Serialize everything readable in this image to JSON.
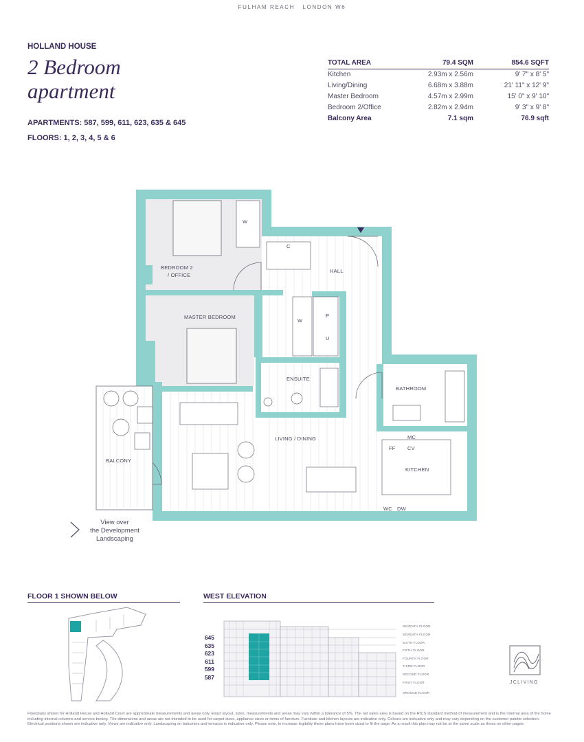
{
  "header": {
    "development": "FULHAM REACH   LONDON W6"
  },
  "building": "HOLLAND HOUSE",
  "title_line1": "2 Bedroom",
  "title_line2": "apartment",
  "apartments": "APARTMENTS: 587, 599, 611, 623, 635 & 645",
  "floors": "FLOORS: 1, 2, 3, 4, 5 & 6",
  "areas": {
    "header": {
      "label": "TOTAL AREA",
      "metric": "79.4 SQM",
      "imperial": "854.6 SQFT"
    },
    "rows": [
      {
        "label": "Kitchen",
        "metric": "2.93m x 2.56m",
        "imperial": "9' 7\" x 8' 5\""
      },
      {
        "label": "Living/Dining",
        "metric": "6.68m x 3.88m",
        "imperial": "21' 11\" x 12' 9\""
      },
      {
        "label": "Master Bedroom",
        "metric": "4.57m x 2.99m",
        "imperial": "15' 0\" x 9' 10\""
      },
      {
        "label": "Bedroom 2/Office",
        "metric": "2.82m x 2.94m",
        "imperial": "9' 3\" x 9' 8\""
      }
    ],
    "balcony": {
      "label": "Balcony Area",
      "metric": "7.1 sqm",
      "imperial": "76.9 sqft"
    }
  },
  "plan_labels": {
    "bedroom2_a": "BEDROOM 2",
    "bedroom2_b": "/ OFFICE",
    "master": "MASTER BEDROOM",
    "hall": "HALL",
    "ensuite": "ENSUITE",
    "bathroom": "BATHROOM",
    "living": "LIVING / DINING",
    "kitchen": "KITCHEN",
    "balcony": "BALCONY",
    "w": "W",
    "c": "C",
    "p": "P",
    "u": "U",
    "mc": "MC",
    "cv": "CV",
    "ff": "FF",
    "wc": "WC",
    "dw": "DW"
  },
  "view_note": {
    "line1": "View over",
    "line2": "the Development",
    "line3": "Landscaping"
  },
  "floor_section": {
    "title": "FLOOR 1 SHOWN BELOW"
  },
  "elevation_section": {
    "title": "WEST ELEVATION",
    "apartments": [
      "645",
      "635",
      "623",
      "611",
      "599",
      "587"
    ],
    "floor_labels": [
      "SEVENTH FLOOR",
      "SEVENTH FLOOR",
      "SIXTH FLOOR",
      "FIFTH FLOOR",
      "FOURTH FLOOR",
      "THIRD FLOOR",
      "SECOND FLOOR",
      "FIRST FLOOR",
      "GROUND FLOOR"
    ]
  },
  "brand": "JCLIVING",
  "disclaimer": "Floorplans shown for Holland House and Holland Court are approximate measurements and areas only. Exact layout, sizes, measurements and areas may vary within a tolerance of 5%. The net sales area is based on the RICS standard method of measurement and is the internal area of the home including internal columns and service boxing. The dimensions and areas are not intended to be used for carpet sizes, appliance sizes or items of furniture. Furniture and kitchen layouts are indicative only. Colours are indicative only and may vary depending on the customer palette selection. Electrical positions shown are indicative only. Views are indicative only. Landscaping on balconies and terraces is indicative only. Please note, to increase legibility these plans have been sized to fit the page. As a result this plan may not be at the same scale as those on other pages.",
  "colors": {
    "wall": "#8fd1cc",
    "room_grey": "#ececef",
    "text": "#3a2a5a",
    "highlight": "#1fa3a3"
  }
}
